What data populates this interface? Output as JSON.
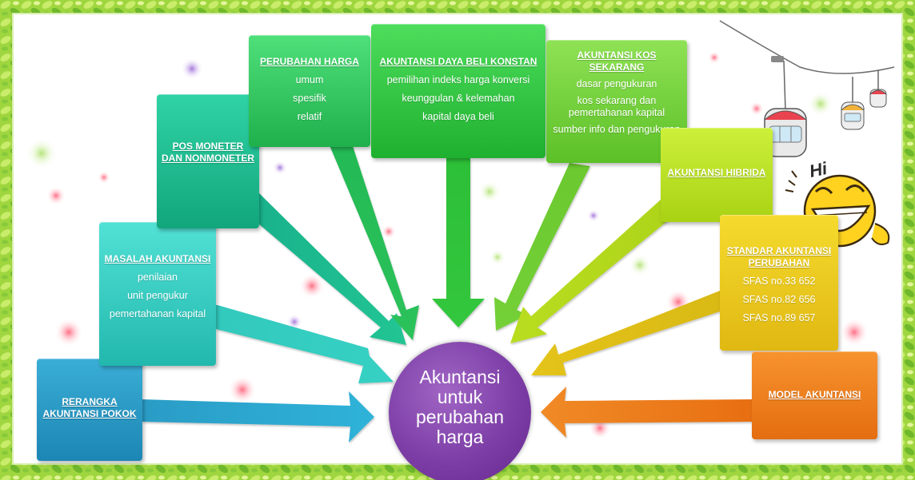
{
  "center": {
    "text": "Akuntansi\nuntuk\nperubahan\nharga",
    "color": "#7d3fa7"
  },
  "boxes": [
    {
      "title": "RERANGKA AKUNTANSI POKOK",
      "items": [],
      "color": "#2a9cc6"
    },
    {
      "title": "MASALAH AKUNTANSI",
      "items": [
        "penilaian",
        "unit pengukur",
        "pemertahanan kapital"
      ],
      "color": "#35ccc1"
    },
    {
      "title": "POS MONETER DAN NONMONETER",
      "items": [],
      "color": "#1cbb8e"
    },
    {
      "title": "PERUBAHAN HARGA",
      "items": [
        "umum",
        "spesifik",
        "relatif"
      ],
      "color": "#2fc85f"
    },
    {
      "title": "AKUNTANSI DAYA BELI KONSTAN",
      "items": [
        "pemilihan indeks harga konversi",
        "keunggulan & kelemahan",
        "kapital daya beli"
      ],
      "color": "#2fc83f"
    },
    {
      "title": "AKUNTANSI KOS SEKARANG",
      "items": [
        "dasar pengukuran",
        "kos sekarang dan pemertahanan kapital",
        "sumber info dan pengukuran"
      ],
      "color": "#76d23a"
    },
    {
      "title": "AKUNTANSI HIBRIDA",
      "items": [],
      "color": "#bfe323"
    },
    {
      "title": "STANDAR AKUNTANSI PERUBAHAN",
      "items": [
        "SFAS no.33 652",
        "SFAS no.82 656",
        "SFAS no.89 657"
      ],
      "color": "#ecc91f"
    },
    {
      "title": "MODEL AKUNTANSI",
      "items": [],
      "color": "#ef7f1c"
    }
  ],
  "decor": {
    "greeting": "Hi"
  }
}
